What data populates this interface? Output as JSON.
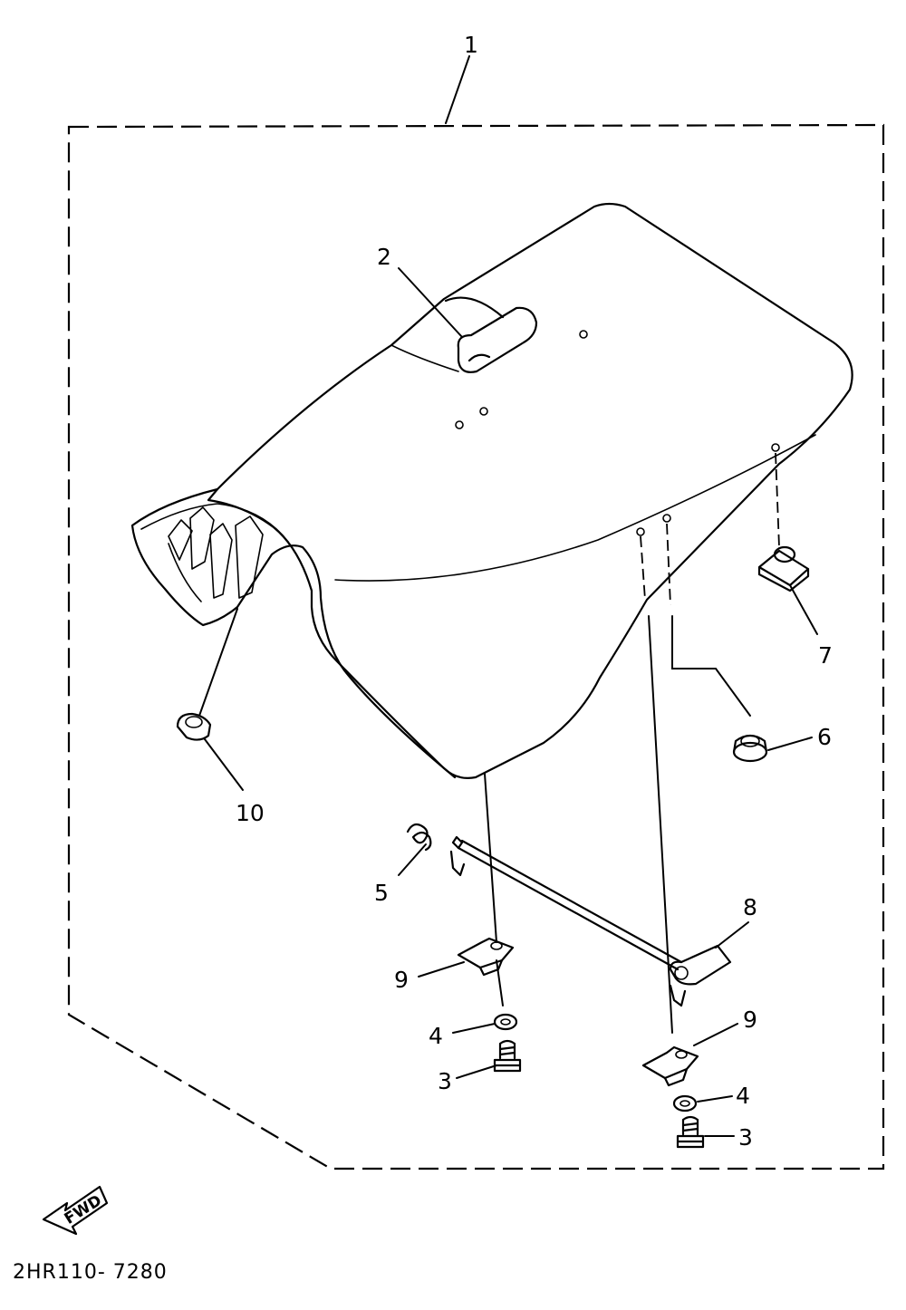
{
  "diagram": {
    "drawing_code": "2HR110- 7280",
    "fwd_label": "FWD",
    "callouts": {
      "assembly": "1",
      "hook": "2",
      "bolt_left": "3",
      "bolt_right": "3",
      "washer_left": "4",
      "washer_right": "4",
      "spring": "5",
      "damper_round": "6",
      "nut_plate": "7",
      "lever": "8",
      "bracket_left": "9",
      "bracket_right": "9",
      "damper_front": "10"
    }
  }
}
